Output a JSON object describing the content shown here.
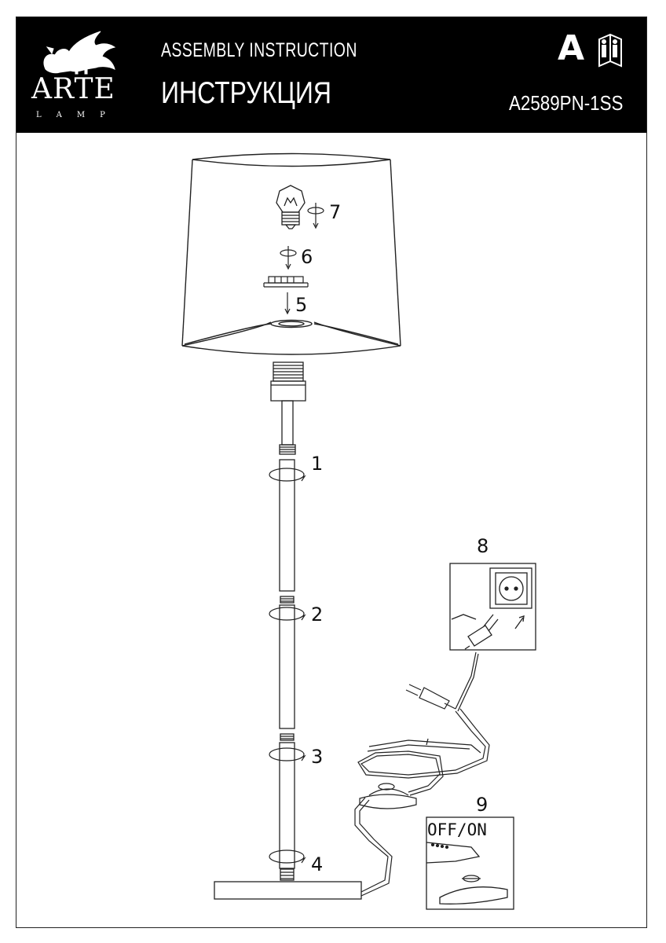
{
  "header": {
    "brand": "ARTE",
    "brand_sub": "LAMP",
    "title_en": "ASSEMBLY INSTRUCTION",
    "title_ru": "ИНСТРУКЦИЯ",
    "badge": "A",
    "model": "A2589PN-1SS"
  },
  "steps": {
    "s1": "1",
    "s2": "2",
    "s3": "3",
    "s4": "4",
    "s5": "5",
    "s6": "6",
    "s7": "7",
    "s8": "8",
    "s9": "9"
  },
  "switch_label": "OFF/ON",
  "icons": [
    "griffin-logo-icon",
    "manual-book-icon",
    "light-bulb-icon",
    "rotate-arrow-icon",
    "wall-socket-icon",
    "plug-icon",
    "foot-switch-icon"
  ]
}
